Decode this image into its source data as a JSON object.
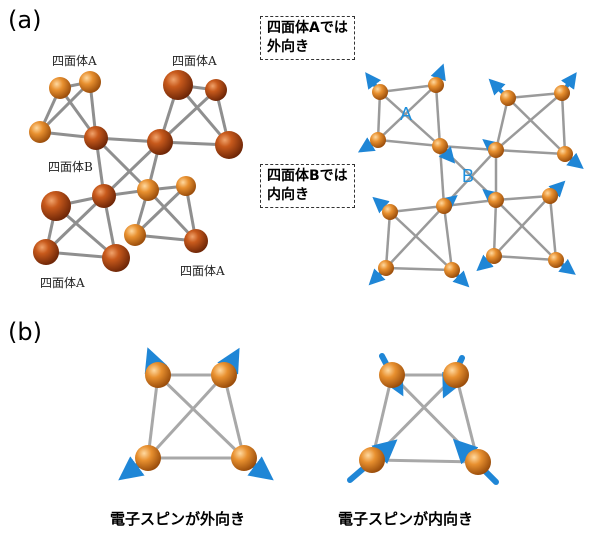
{
  "panel_a_label": "(a)",
  "panel_b_label": "(b)",
  "left_structure_labels": {
    "tetra_a_top_left": "四面体A",
    "tetra_a_top_right": "四面体A",
    "tetra_b": "四面体B",
    "tetra_a_bottom_left": "四面体A",
    "tetra_a_bottom_right": "四面体A"
  },
  "box_a": {
    "line1": "四面体Aでは",
    "line2": "外向き"
  },
  "box_b": {
    "line1": "四面体Bでは",
    "line2": "内向き"
  },
  "right_letters": {
    "a": "A",
    "b": "B"
  },
  "captions": {
    "outward": "電子スピンが外向き",
    "inward": "電子スピンが内向き"
  },
  "colors": {
    "atom_dark": "#a8410f",
    "atom_orange": "#d9741c",
    "spin_arrow": "#1f86d6",
    "bond": "#8f8f8f"
  }
}
